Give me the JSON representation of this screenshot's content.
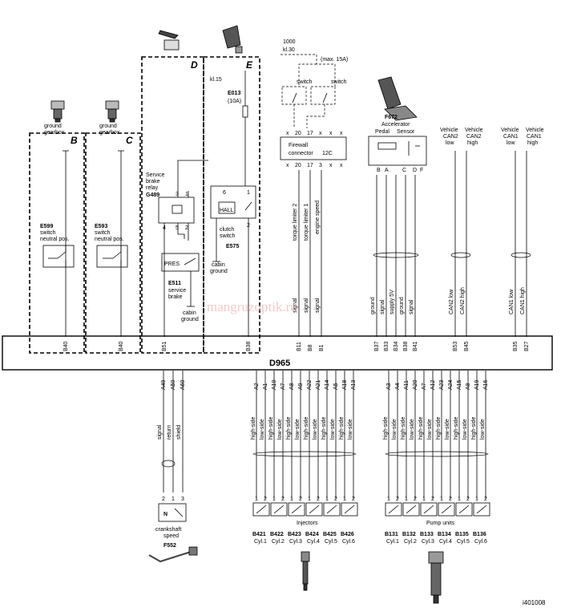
{
  "ecu": {
    "name": "D965"
  },
  "watermark": "mangruzoptik.ru",
  "figure_id": "i401008",
  "sections": {
    "B": "B",
    "C": "C",
    "D": "D",
    "E": "E"
  },
  "gearbox_switches": [
    {
      "top": "ground",
      "top2": "gearbox",
      "code": "E599",
      "desc1": "switch",
      "desc2": "neutral pos.",
      "pin": "B40"
    },
    {
      "top": "ground",
      "top2": "gearbox",
      "code": "E593",
      "desc1": "switch",
      "desc2": "neutral pos.",
      "pin": "B40"
    }
  ],
  "brake": {
    "relay_l1": "Service",
    "relay_l2": "brake",
    "relay_l3": "relay",
    "relay_code": "G489",
    "relay_pins": [
      "3",
      "1",
      "4",
      "5",
      "2"
    ],
    "pres": "PRES",
    "switch_code": "E511",
    "switch_l1": "service",
    "switch_l2": "brake",
    "gnd1": "cabin",
    "gnd2": "ground",
    "pin": "B51"
  },
  "clutch": {
    "kl": "kl.15",
    "fuse_code": "E013",
    "fuse_rating": "(10A)",
    "hall": "HALL",
    "l1": "clutch",
    "l2": "switch",
    "code": "E575",
    "pins": [
      "6",
      "1",
      "2"
    ],
    "gnd1": "cabin",
    "gnd2": "ground",
    "pin": "B38"
  },
  "firewall": {
    "supply": "1000",
    "kl30": "kl.30",
    "max": "(max. 15A)",
    "sw1": "switch",
    "sw2": "switch",
    "top_pins": [
      "x",
      "20",
      "17",
      "x",
      "x",
      "x"
    ],
    "bot_pins": [
      "x",
      "20",
      "17",
      "3",
      "x",
      "x"
    ],
    "l1": "Firewall",
    "l2": "connector",
    "code": "12C",
    "wires": [
      "torque limiter 2",
      "torque limiter 1",
      "engine speed"
    ],
    "sig": [
      "signal",
      "signal",
      "signal"
    ],
    "pins": [
      "B11",
      "B8",
      "B1"
    ]
  },
  "pedal": {
    "code": "F672",
    "l1": "Accelerator",
    "l2": "Pedal",
    "l3": "Sensor",
    "conn": [
      "B",
      "A",
      "C",
      "D",
      "F"
    ],
    "wires": [
      "ground",
      "signal",
      "supply 5V",
      "ground",
      "signal"
    ],
    "pins": [
      "B37",
      "B33",
      "B34",
      "B38",
      "B41"
    ]
  },
  "can2": {
    "v1": "Vehicle",
    "v2": "CAN2",
    "low": "low",
    "high": "high",
    "w_low": "CAN2 low",
    "w_high": "CAN2 high",
    "pins": [
      "B53",
      "B45"
    ]
  },
  "can1": {
    "v1": "Vehicle",
    "v2": "CAN1",
    "low": "low",
    "high": "high",
    "w_low": "CAN1 low",
    "w_high": "CAN1 high",
    "pins": [
      "B35",
      "B27"
    ]
  },
  "crank": {
    "pins": [
      "A49",
      "A50",
      "A60"
    ],
    "wires": [
      "signal",
      "return",
      "shield"
    ],
    "nums": [
      "2",
      "1",
      "3"
    ],
    "sym": "N",
    "l1": "crankshaft",
    "l2": "speed",
    "code": "F552"
  },
  "injectors": {
    "pins": [
      "A2",
      "A1",
      "A10",
      "A7",
      "A8",
      "A9",
      "A22",
      "A21",
      "A14",
      "A5",
      "A18",
      "A13"
    ],
    "wires": [
      "high-side",
      "low-side",
      "high-side",
      "low-side",
      "high-side",
      "low-side",
      "high-side",
      "low-side",
      "high-side",
      "low-side",
      "high-side",
      "low-side"
    ],
    "title": "Injectors",
    "codes": [
      "B421",
      "B422",
      "B423",
      "B424",
      "B425",
      "B426"
    ],
    "cyls": [
      "Cyl.1",
      "Cyl.2",
      "Cyl.3",
      "Cyl.4",
      "Cyl.5",
      "Cyl.6"
    ]
  },
  "pumps": {
    "pins": [
      "A3",
      "A4",
      "A11",
      "A20",
      "A7",
      "A12",
      "A23",
      "A24",
      "A15",
      "A8",
      "A19",
      "A16"
    ],
    "wires": [
      "high-side",
      "low-side",
      "high-side",
      "low-side",
      "high-side",
      "low-side",
      "high-side",
      "low-side",
      "high-side",
      "low-side",
      "high-side",
      "low-side"
    ],
    "title": "Pump units",
    "codes": [
      "B131",
      "B132",
      "B133",
      "B134",
      "B135",
      "B136"
    ],
    "cyls": [
      "Cyl.1",
      "Cyl.2",
      "Cyl.3",
      "Cyl.4",
      "Cyl.5",
      "Cyl.6"
    ]
  },
  "coil_nums": [
    "1",
    "2"
  ]
}
